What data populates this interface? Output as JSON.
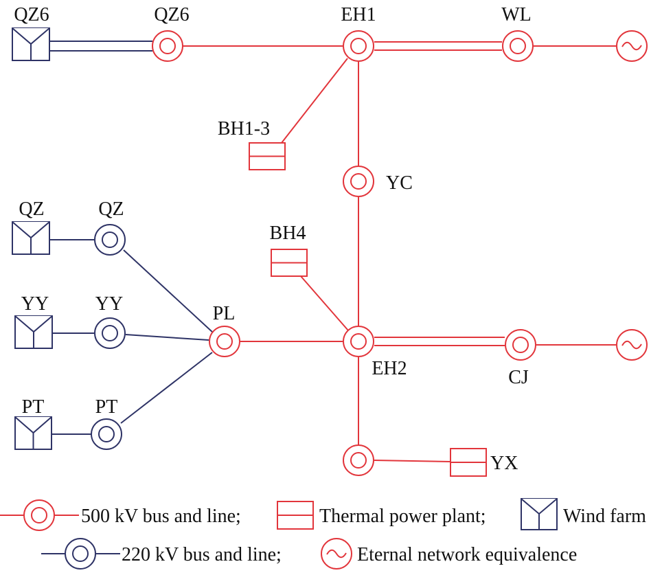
{
  "colors": {
    "kv500": "#e2353b",
    "kv220": "#2e3366",
    "text": "#111111"
  },
  "nodes": {
    "qz6_wind": "QZ6",
    "qz6_bus": "QZ6",
    "eh1": "EH1",
    "wl": "WL",
    "bh13": "BH1-3",
    "yc": "YC",
    "qz_wind": "QZ",
    "qz_bus": "QZ",
    "bh4": "BH4",
    "yy_wind": "YY",
    "yy_bus": "YY",
    "pl": "PL",
    "eh2": "EH2",
    "cj": "CJ",
    "pt_wind": "PT",
    "pt_bus": "PT",
    "yx": "YX"
  },
  "legend": {
    "kv500": "500 kV bus and line;",
    "thermal": "Thermal power plant;",
    "wind": "Wind farm",
    "kv220": "220 kV bus and line;",
    "equiv": "Eternal network equivalence"
  }
}
